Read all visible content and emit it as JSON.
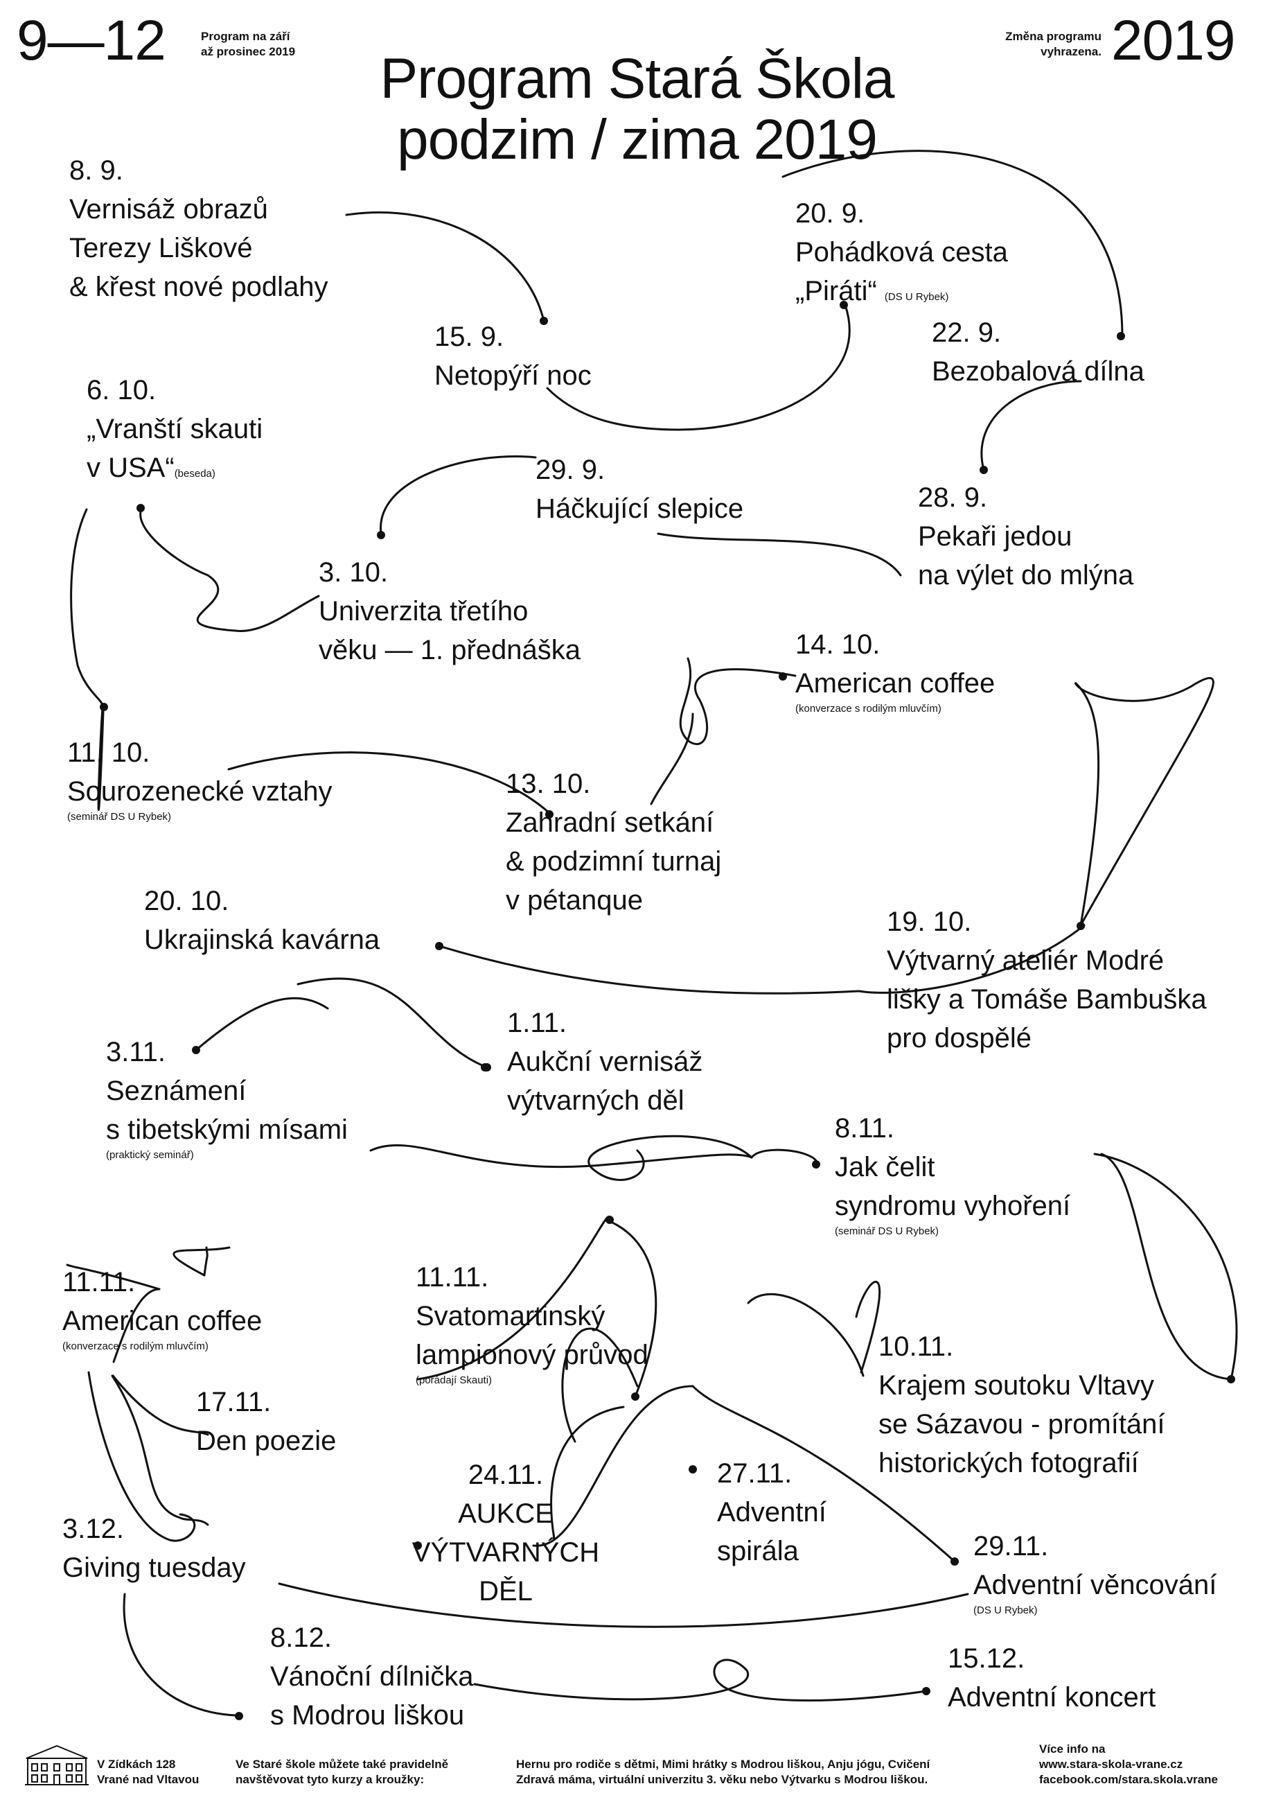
{
  "header": {
    "range": "9—12",
    "program_note": [
      "Program na září",
      "až prosinec 2019"
    ],
    "change_note": [
      "Změna programu",
      "vyhrazena."
    ],
    "year": "2019",
    "title": [
      "Program Stará Škola",
      "podzim / zima 2019"
    ]
  },
  "events": [
    {
      "date": "8. 9.",
      "lines": [
        "Vernisáž obrazů",
        "Terezy Liškové",
        "& křest nové podlahy"
      ]
    },
    {
      "date": "15. 9.",
      "lines": [
        "Netopýří noc"
      ]
    },
    {
      "date": "20. 9.",
      "lines": [
        "Pohádková cesta",
        "„Piráti“"
      ],
      "note": "(DS U Rybek)"
    },
    {
      "date": "22. 9.",
      "lines": [
        "Bezobalová dílna"
      ]
    },
    {
      "date": "6. 10.",
      "lines": [
        "„Vranští skauti",
        "v USA“"
      ],
      "note": "(beseda)"
    },
    {
      "date": "29. 9.",
      "lines": [
        "Háčkující slepice"
      ]
    },
    {
      "date": "28. 9.",
      "lines": [
        "Pekaři jedou",
        "na výlet do mlýna"
      ]
    },
    {
      "date": "3. 10.",
      "lines": [
        "Univerzita třetího",
        "věku — 1. přednáška"
      ]
    },
    {
      "date": "14. 10.",
      "lines": [
        "American coffee"
      ],
      "note": "(konverzace s rodilým mluvčím)"
    },
    {
      "date": "11. 10.",
      "lines": [
        "Sourozenecké vztahy"
      ],
      "note": "(seminář DS U Rybek)"
    },
    {
      "date": "13. 10.",
      "lines": [
        "Zahradní setkání",
        "& podzimní turnaj",
        "v pétanque"
      ]
    },
    {
      "date": "20. 10.",
      "lines": [
        "Ukrajinská kavárna"
      ]
    },
    {
      "date": "19. 10.",
      "lines": [
        "Výtvarný ateliér Modré",
        "lišky a Tomáše Bambuška",
        "pro dospělé"
      ]
    },
    {
      "date": "1.11.",
      "lines": [
        "Aukční vernisáž",
        "výtvarných děl"
      ]
    },
    {
      "date": "3.11.",
      "lines": [
        "Seznámení",
        "s tibetskými mísami"
      ],
      "note": "(praktický seminář)"
    },
    {
      "date": "8.11.",
      "lines": [
        "Jak čelit",
        "syndromu vyhoření"
      ],
      "note": "(seminář DS U Rybek)"
    },
    {
      "date": "11.11.",
      "lines": [
        "American coffee"
      ],
      "note": "(konverzace s rodilým mluvčím)"
    },
    {
      "date": "11.11.",
      "lines": [
        "Svatomartinský",
        "lampionový průvod"
      ],
      "note": "(pořádají Skauti)"
    },
    {
      "date": "10.11.",
      "lines": [
        "Krajem soutoku Vltavy",
        "se Sázavou - promítání",
        "historických fotografií"
      ]
    },
    {
      "date": "17.11.",
      "lines": [
        "Den poezie"
      ]
    },
    {
      "date": "24.11.",
      "lines": [
        "AUKCE",
        "VÝTVARNÝCH",
        "DĚL"
      ]
    },
    {
      "date": "27.11.",
      "lines": [
        "Adventní",
        "spirála"
      ]
    },
    {
      "date": "3.12.",
      "lines": [
        "Giving tuesday"
      ]
    },
    {
      "date": "29.11.",
      "lines": [
        "Adventní věncování"
      ],
      "note": "(DS U Rybek)"
    },
    {
      "date": "8.12.",
      "lines": [
        "Vánoční dílnička",
        "s Modrou liškou"
      ]
    },
    {
      "date": "15.12.",
      "lines": [
        "Adventní koncert"
      ]
    }
  ],
  "footer": {
    "address": [
      "V Zídkách 128",
      "Vrané nad Vltavou"
    ],
    "courses_intro": [
      "Ve Staré škole můžete také pravidelně",
      "navštěvovat tyto kurzy a kroužky:"
    ],
    "courses": [
      "Hernu pro rodiče s dětmi, Mimi hrátky s Modrou liškou, Anju jógu, Cvičení",
      "Zdravá máma, virtuální univerzitu 3. věku nebo Výtvarku s Modrou liškou."
    ],
    "more_info": [
      "Více info na",
      "www.stara-skola-vrane.cz",
      "facebook.com/stara.skola.vrane"
    ]
  }
}
